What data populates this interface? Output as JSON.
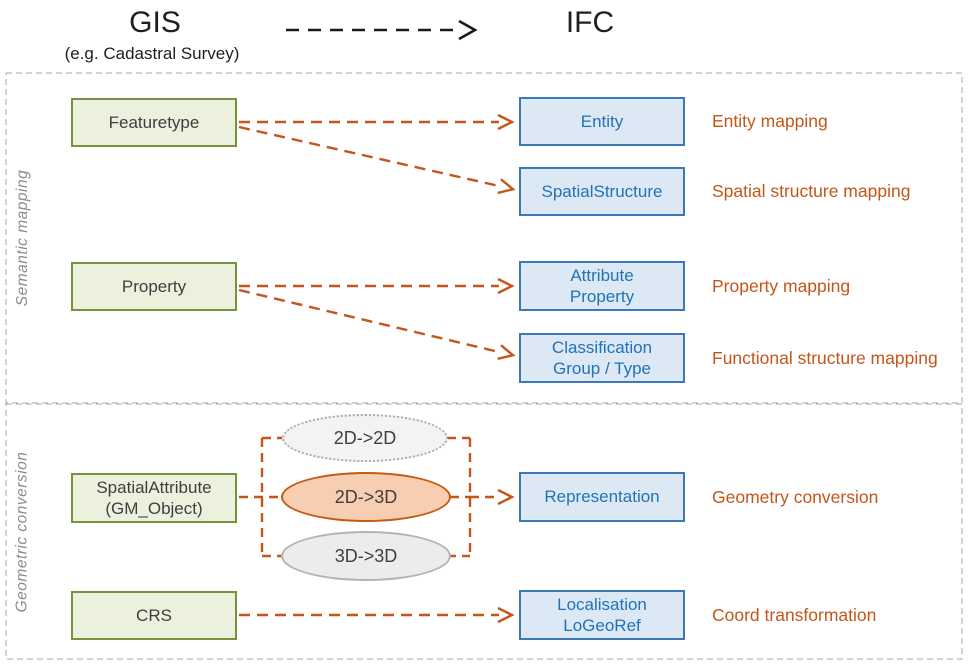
{
  "header": {
    "source_system": "GIS",
    "source_example": "(e.g. Cadastral Survey)",
    "target_system": "IFC"
  },
  "semantic_section": {
    "label": "Semantic mapping",
    "featuretype_box": "Featuretype",
    "property_box": "Property",
    "entity_box": "Entity",
    "spatialstructure_box": "SpatialStructure",
    "attribute_box": "Attribute\nProperty",
    "classification_box": "Classification\nGroup / Type",
    "annotations": {
      "entity": "Entity mapping",
      "spatial_structure": "Spatial structure mapping",
      "property": "Property mapping",
      "functional_structure": "Functional structure mapping"
    }
  },
  "geometric_section": {
    "label": "Geometric conversion",
    "spatialattribute_box": "SpatialAttribute\n(GM_Object)",
    "crs_box": "CRS",
    "conversions": [
      "2D->2D",
      "2D->3D",
      "3D->3D"
    ],
    "representation_box": "Representation",
    "localisation_box": "Localisation\nLoGeoRef",
    "annotations": {
      "geometry": "Geometry conversion",
      "coord": "Coord transformation"
    }
  },
  "colors": {
    "green_fill": "#ebf1dc",
    "green_border": "#77923c",
    "blue_fill": "#dce9f5",
    "blue_border": "#3d7ab5",
    "blue_text": "#2272b9",
    "arrow_orange": "#c4561a",
    "annotation_text": "#c4561a",
    "ellipse_orange_fill": "#f8ceb2",
    "ellipse_gray_fill": "#ececec",
    "section_border_gray": "#a9a9a9",
    "section_label_gray": "#8c8c8c",
    "header_arrow_black": "#1a1a1a"
  }
}
